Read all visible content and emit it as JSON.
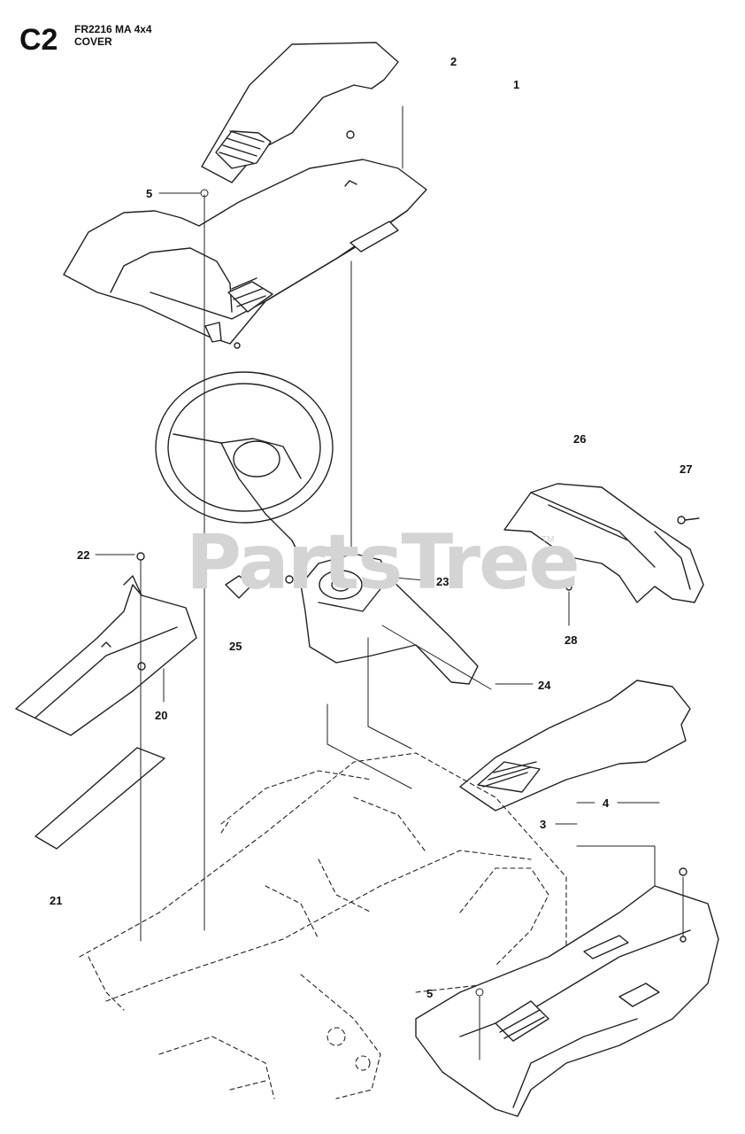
{
  "header": {
    "section_code": "C2",
    "model": "FR2216 MA 4x4",
    "section_name": "COVER"
  },
  "watermark": "PartsTree",
  "watermark_tm": "TM",
  "callouts": [
    "2",
    "1",
    "5",
    "26",
    "27",
    "22",
    "23",
    "25",
    "28",
    "20",
    "24",
    "4",
    "3",
    "21",
    "5"
  ],
  "colors": {
    "line": "#222222",
    "fill": "#ffffff",
    "shade": "#e8e8e8",
    "watermark": "#d4d4d4"
  }
}
